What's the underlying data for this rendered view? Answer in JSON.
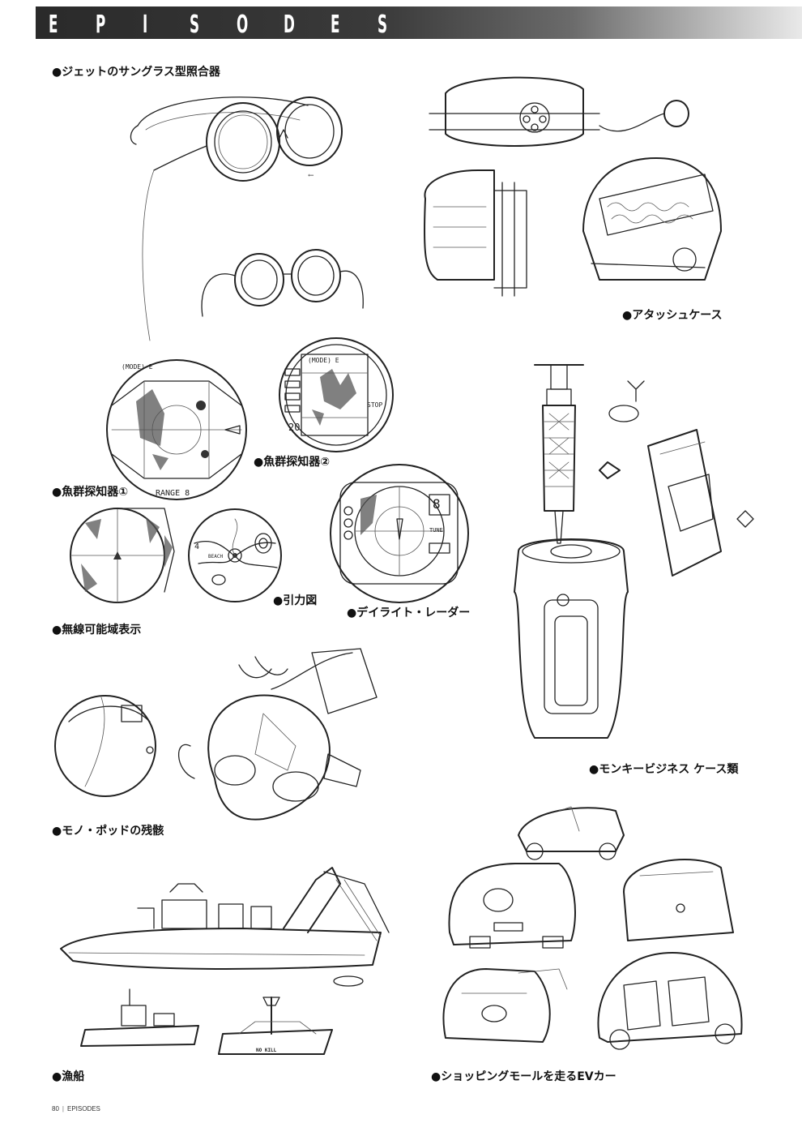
{
  "header": {
    "title_letters": [
      "E",
      "P",
      "I",
      "S",
      "O",
      "D",
      "E",
      "S"
    ]
  },
  "captions": {
    "sunglasses": "●ジェットのサングラス型照合器",
    "attache": "●アタッシュケース",
    "fish_finder_2": "●魚群探知器②",
    "fish_finder_1": "●魚群探知器①",
    "gravity_map": "●引力図",
    "daylight_radar": "●デイライト・レーダー",
    "radio_range": "●無線可能域表示",
    "monkey_business": "●モンキービジネス ケース類",
    "mono_pod": "●モノ・ポッドの残骸",
    "fishing_boat": "●漁船",
    "ev_car": "●ショッピングモールを走るEVカー"
  },
  "sketch_labels": {
    "fish_finder_range": "RANGE 8",
    "fish_finder_mode": "(MODE) E",
    "fish_finder_2_mode": "(MODE) E",
    "fish_finder_2_stop": "STOP",
    "fish_finder_2_value": "20",
    "radar_range": "8",
    "radar_tune": "TUNE",
    "gravity_value": "4",
    "license_plate": "NO KILL",
    "gravity_beach": "BEACH"
  },
  "footer": {
    "page_number": "80",
    "section": "EPISODES"
  }
}
